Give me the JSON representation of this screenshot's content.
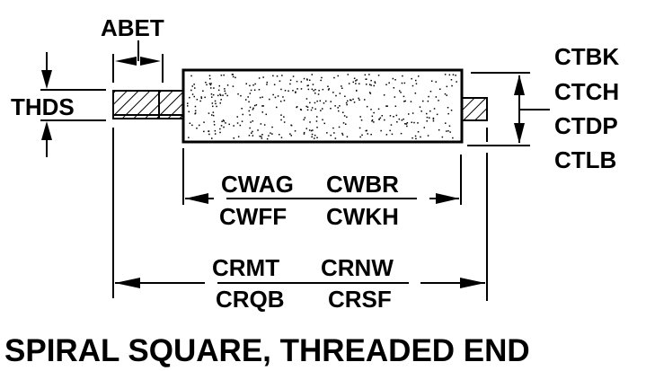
{
  "title": "SPIRAL SQUARE, THREADED END",
  "labels": {
    "thread_length": "ABET",
    "thread_size": "THDS",
    "cross_section": [
      "CTBK",
      "CTCH",
      "CTDP",
      "CTLB"
    ],
    "working_length_top": [
      "CWAG",
      "CWBR"
    ],
    "working_length_bottom": [
      "CWFF",
      "CWKH"
    ],
    "overall_length_top": [
      "CRMT",
      "CRNW"
    ],
    "overall_length_bottom": [
      "CRQB",
      "CRSF"
    ]
  },
  "colors": {
    "ink": "#000000",
    "paper": "#ffffff"
  }
}
